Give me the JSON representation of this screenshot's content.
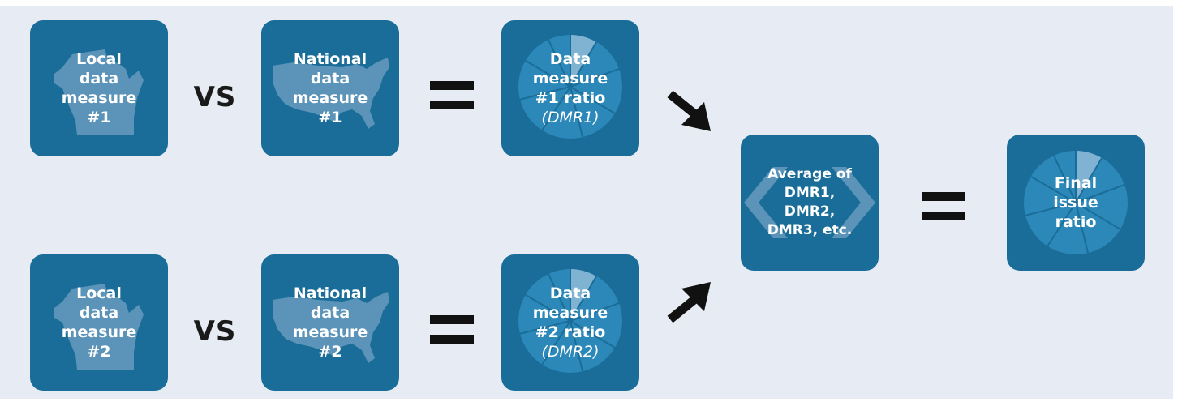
{
  "rows": [
    {
      "local": [
        "Local",
        "data",
        "measure",
        "#1"
      ],
      "vs": "VS",
      "national": [
        "National",
        "data",
        "measure",
        "#1"
      ],
      "ratio": [
        "Data",
        "measure",
        "#1 ratio"
      ],
      "ratio_abbrev": "(DMR1)"
    },
    {
      "local": [
        "Local",
        "data",
        "measure",
        "#2"
      ],
      "vs": "VS",
      "national": [
        "National",
        "data",
        "measure",
        "#2"
      ],
      "ratio": [
        "Data",
        "measure",
        "#2 ratio"
      ],
      "ratio_abbrev": "(DMR2)"
    }
  ],
  "average": [
    "Average of",
    "DMR1,",
    "DMR2,",
    "DMR3, etc."
  ],
  "final": [
    "Final",
    "issue",
    "ratio"
  ],
  "icons": {
    "local": "wisconsin-map-icon",
    "national": "usa-map-icon",
    "ratio": "pie-wheel-icon",
    "average": "chevrons-icon",
    "final": "pie-wheel-icon"
  },
  "colors": {
    "background": "#e6ebf4",
    "box": "#1a6d98",
    "silhouette": "#5b94b8",
    "text": "#ffffff",
    "operator": "#111111"
  }
}
